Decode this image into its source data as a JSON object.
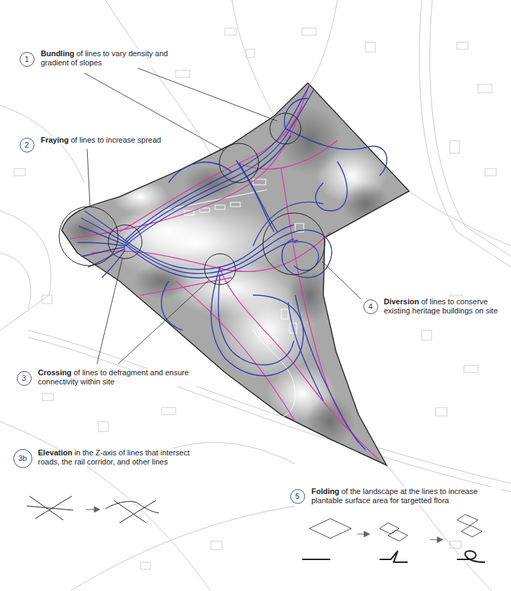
{
  "diagram": {
    "nodes": [
      {
        "text": [
          "1",
          "Bundling",
          "of lines to vary density and gradient of slopes"
        ]
      },
      {
        "text": [
          "2",
          "Fraying",
          "of lines to increase spread"
        ]
      },
      {
        "text": [
          "4",
          "Diversion",
          "of lines to conserve existing heritage buildings on site"
        ]
      },
      {
        "text": [
          "3",
          "Crossing",
          "of lines to defragment and ensure connectivity within site"
        ]
      },
      {
        "text": [
          "3b",
          "Elevation",
          "in the Z-axis of lines that intersect roads, the rail corridor, and other lines"
        ]
      },
      {
        "text": [
          "5",
          "Folding",
          "of the landscape at the lines to increase plantable surface area for targetted flora"
        ]
      }
    ]
  }
}
